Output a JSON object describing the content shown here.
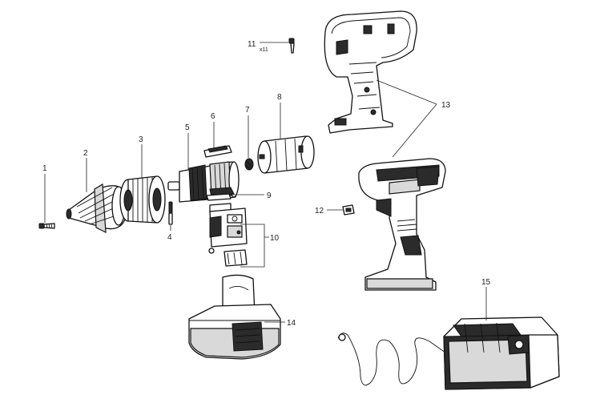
{
  "callouts": {
    "c1": "1",
    "c2": "2",
    "c3": "3",
    "c4": "4",
    "c5": "5",
    "c6": "6",
    "c7": "7",
    "c8": "8",
    "c9": "9",
    "c10": "10",
    "c11": "11",
    "c11_qty": "x11",
    "c12": "12",
    "c13": "13",
    "c14": "14",
    "c15": "15"
  }
}
